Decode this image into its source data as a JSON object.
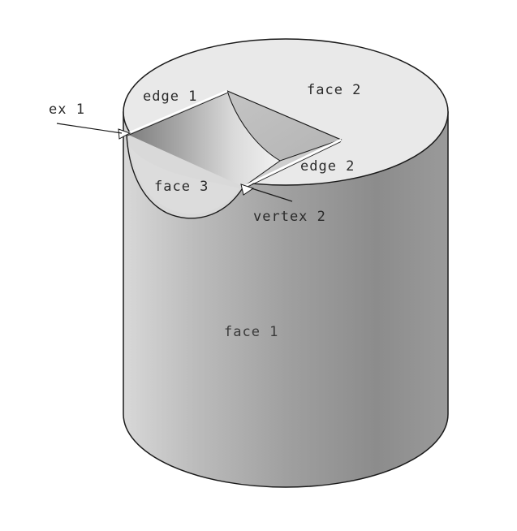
{
  "labels": {
    "vertex_1": "ex 1",
    "vertex_2": "vertex 2",
    "edge_1": "edge 1",
    "edge_2": "edge 2",
    "face_1": "face 1",
    "face_2": "face 2",
    "face_3": "face 3"
  },
  "colors": {
    "top_face": "#e9e9e9",
    "side_light": "#d6d6d6",
    "side_mid": "#a4a4a4",
    "side_dark": "#858585",
    "outline": "#1a1a1a",
    "edge_highlight": "#ffffff",
    "label_text": "#2a2a2a"
  }
}
